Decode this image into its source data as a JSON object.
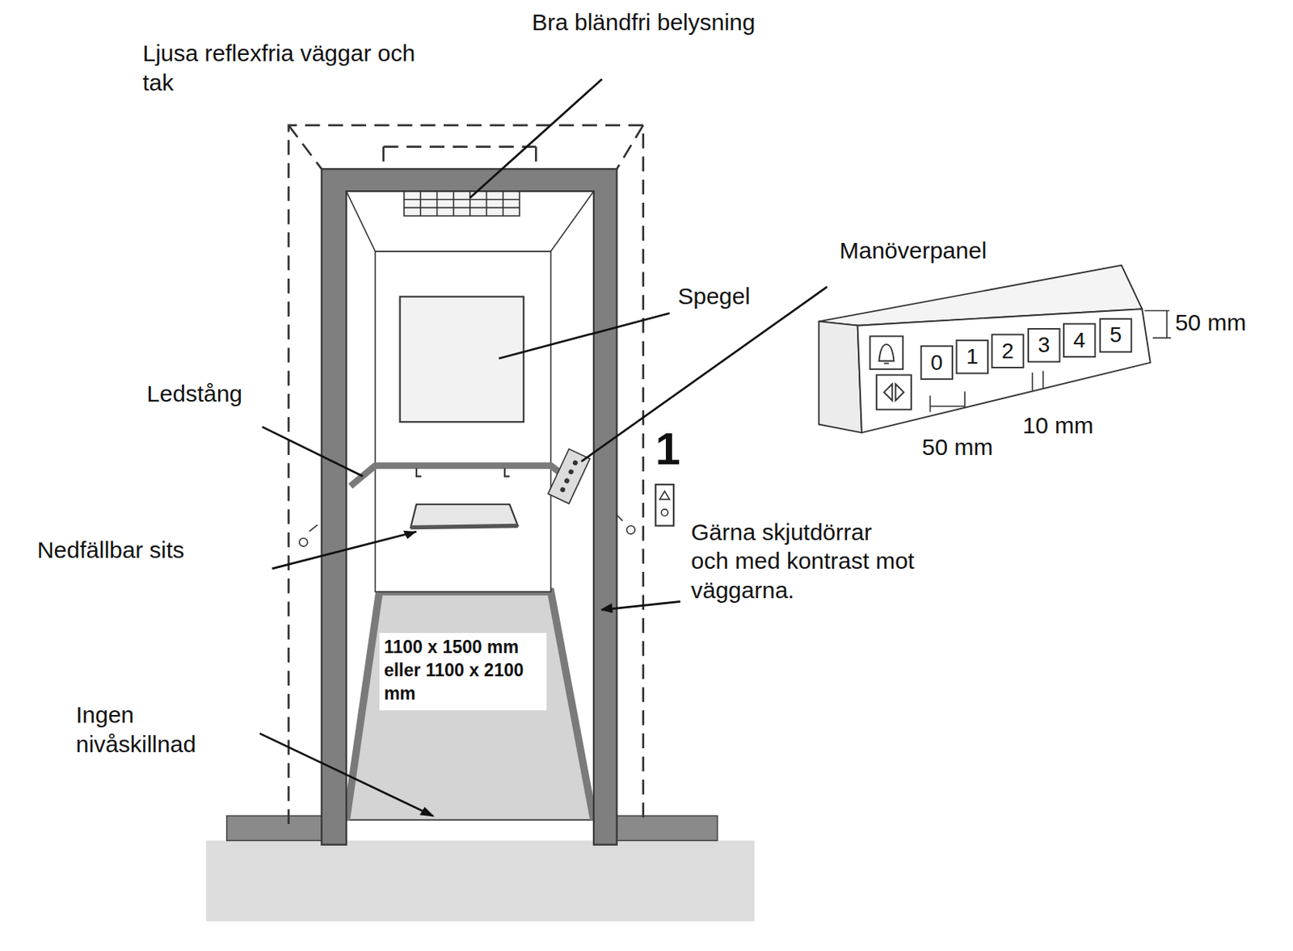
{
  "diagram": {
    "nodes": [
      {
        "text": [
          "1100 x 1500 mm eller 1100 x 2100 mm"
        ]
      }
    ],
    "labels": [
      "Bra bländfri belysning",
      "Ljusa reflexfria väggar och tak",
      "Manöverpanel",
      "Spegel",
      "50 mm",
      "Ledstång",
      "10 mm",
      "50 mm",
      "Nedfällbar sits",
      "Gärna skjutdörrar och med kontrast mot väggarna.",
      "Ingen nivåskillnad",
      "1",
      "0",
      "1",
      "2",
      "3",
      "4",
      "5"
    ]
  }
}
